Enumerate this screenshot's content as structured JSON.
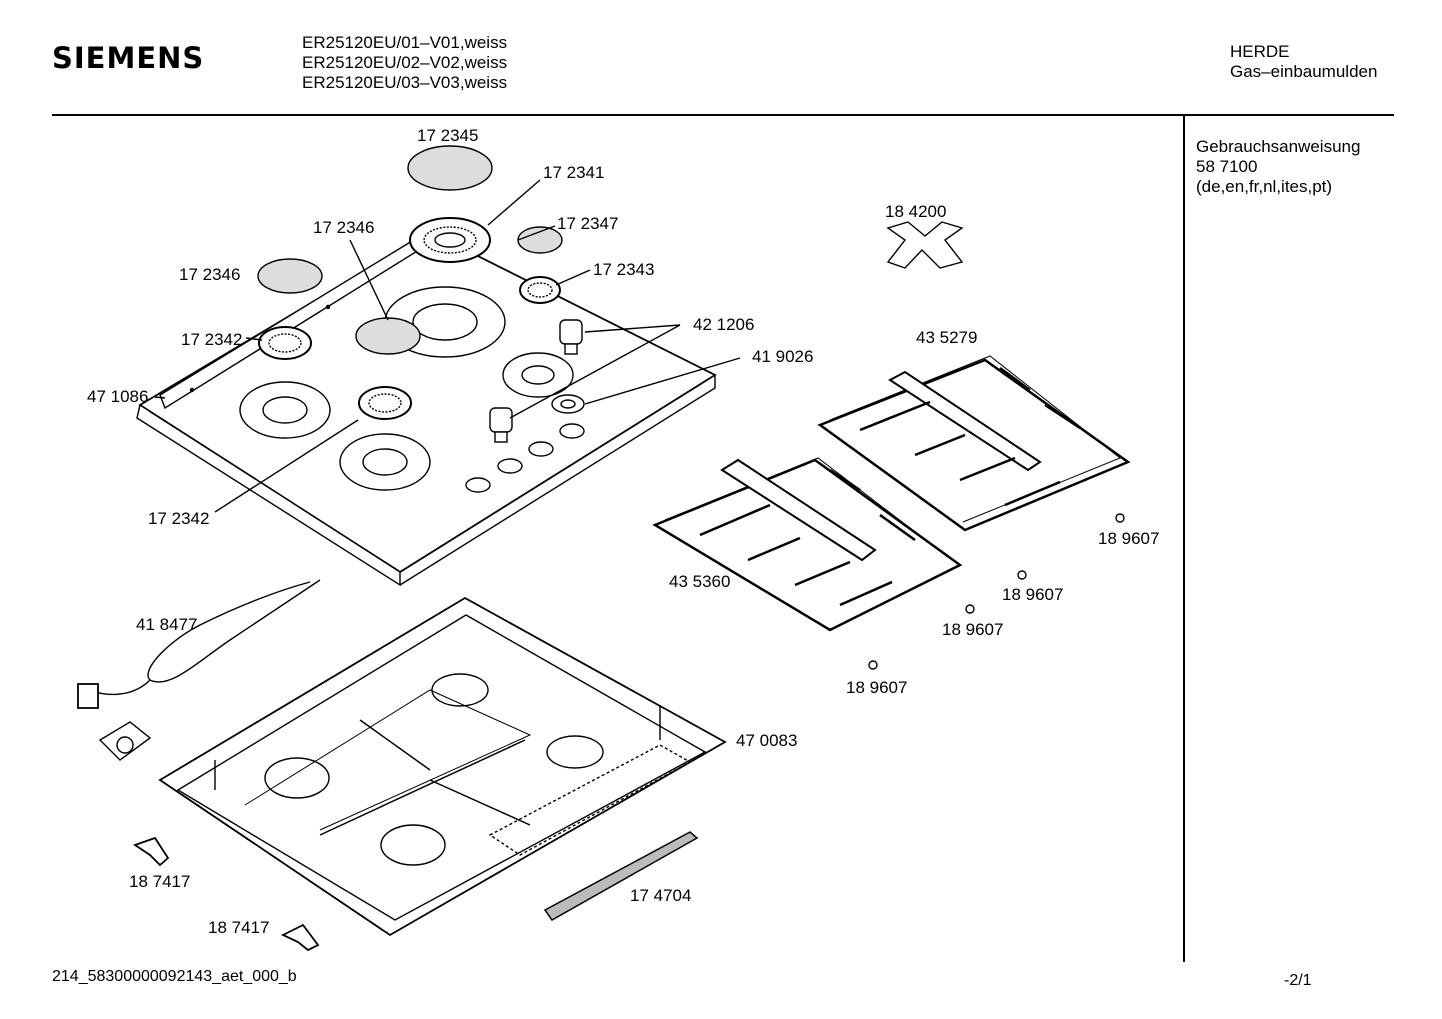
{
  "brand": "SIEMENS",
  "models": [
    "ER25120EU/01–V01,weiss",
    "ER25120EU/02–V02,weiss",
    "ER25120EU/03–V03,weiss"
  ],
  "category": [
    "HERDE",
    "Gas–einbaumulden"
  ],
  "manual": [
    "Gebrauchsanweisung",
    "58 7100",
    "(de,en,fr,nl,ites,pt)"
  ],
  "parts": {
    "p172345": "17 2345",
    "p172341": "17 2341",
    "p172346a": "17 2346",
    "p172347": "17 2347",
    "p172346b": "17 2346",
    "p172343": "17 2343",
    "p172342a": "17 2342",
    "p421206": "42 1206",
    "p419026": "41 9026",
    "p471086": "47 1086",
    "p172342b": "17 2342",
    "p184200": "18 4200",
    "p435279": "43 5279",
    "p435360": "43 5360",
    "p189607a": "18 9607",
    "p189607b": "18 9607",
    "p189607c": "18 9607",
    "p189607d": "18 9607",
    "p418477": "41 8477",
    "p470083": "47 0083",
    "p187417a": "18 7417",
    "p187417b": "18 7417",
    "p174704": "17 4704"
  },
  "footer": {
    "doc_id": "214_58300000092143_aet_000_b",
    "page": "-2/1"
  }
}
